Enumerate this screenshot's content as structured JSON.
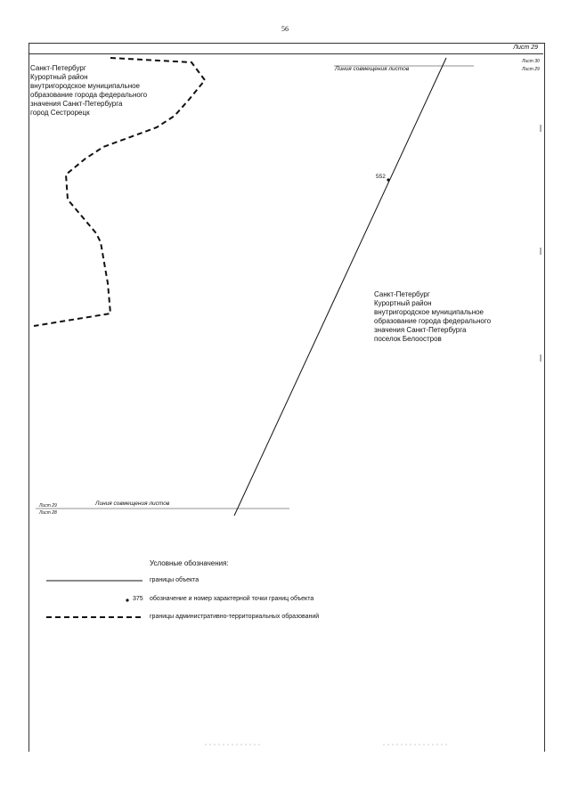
{
  "page_number": "56",
  "sheet": {
    "current": "Лист 29",
    "top_right_upper": "Лист 30",
    "top_right_lower": "Лист 29",
    "bottom_left_upper": "Лист 29",
    "bottom_left_lower": "Лист 28"
  },
  "map": {
    "top_match_line_label": "Линия совмещения листов",
    "bottom_match_line_label": "Линия совмещения листов",
    "point_label": "552",
    "region_left": "Санкт-Петербург\nКурортный район\nвнутригородское муниципальное\nобразование  города федерального\nзначения  Санкт-Петербурга\nгород Сестрорецк",
    "region_right": "Санкт-Петербург\nКурортный район\nвнутригородское муниципальное\nобразование  города федерального\nзначения  Санкт-Петербурга\nпоселок Белоостров"
  },
  "legend": {
    "title": "Условные обозначения:",
    "items": [
      {
        "symbol": "solid-line",
        "number": "",
        "text": "границы объекта"
      },
      {
        "symbol": "point",
        "number": "375",
        "text": "обозначение и номер характерной точки границ объекта"
      },
      {
        "symbol": "dashed-line",
        "number": "",
        "text": "границы административно-территориальных образований"
      }
    ]
  },
  "colors": {
    "ink": "#111111",
    "frame": "#333333"
  }
}
